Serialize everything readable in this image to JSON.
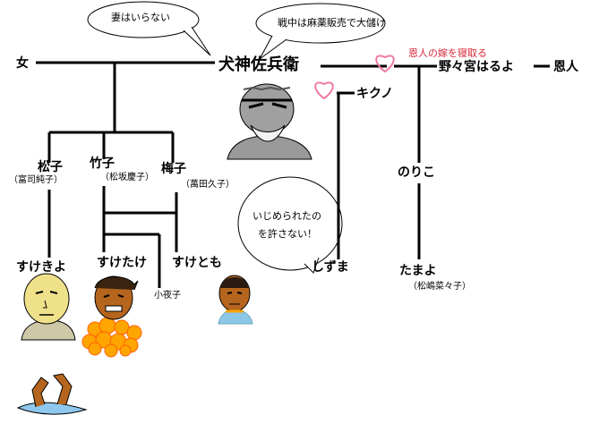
{
  "bubbles": {
    "no_wife": "妻はいらない",
    "war_business": "戦中は麻薬販売で大儲け",
    "revenge_line1": "いじめられたの",
    "revenge_line2": "を許さない！"
  },
  "people": {
    "patriarch": "犬神佐兵衛",
    "woman": "女",
    "kikuno": "キクノ",
    "haruyo": "野々宮はるよ",
    "onjin": "恩人",
    "noriko": "のりこ",
    "matsuko": "松子",
    "takeko": "竹子",
    "umeko": "梅子",
    "suekiyo": "すけきよ",
    "suketake": "すけたけ",
    "suketomo": "すけとも",
    "sayoko": "小夜子",
    "shizuma": "しずま",
    "tamayo": "たまよ"
  },
  "actors": {
    "matsuko": "（富司純子）",
    "takeko": "（松坂慶子）",
    "umeko": "（萬田久子）",
    "tamayo": "（松嶋菜々子）"
  },
  "notes": {
    "steal_wife": "恩人の嫁を寝取る"
  },
  "colors": {
    "line": "#000000",
    "heart": "#f07aa0",
    "note": "#d8283a",
    "skin_pale": "#efe08a",
    "skin_brown": "#b5651d",
    "flame": "#ffa500",
    "shirt": "#8cc8e6",
    "water": "#8ec8ee"
  },
  "icons": [
    "heart-icon",
    "portrait-patriarch",
    "portrait-suekiyo-mask",
    "portrait-suketake-burned",
    "portrait-suketomo",
    "drowned-legs-icon"
  ]
}
